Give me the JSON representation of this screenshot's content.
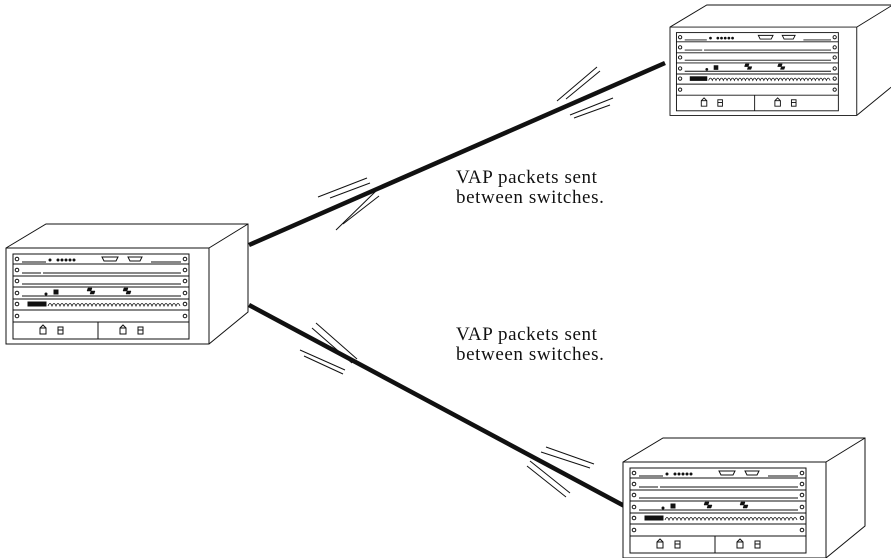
{
  "link_labels": [
    {
      "line1": "VAP packets sent",
      "line2": "between switches."
    },
    {
      "line1": "VAP packets sent",
      "line2": "between switches."
    }
  ],
  "colors": {
    "ink": "#111111",
    "background": "#ffffff"
  }
}
